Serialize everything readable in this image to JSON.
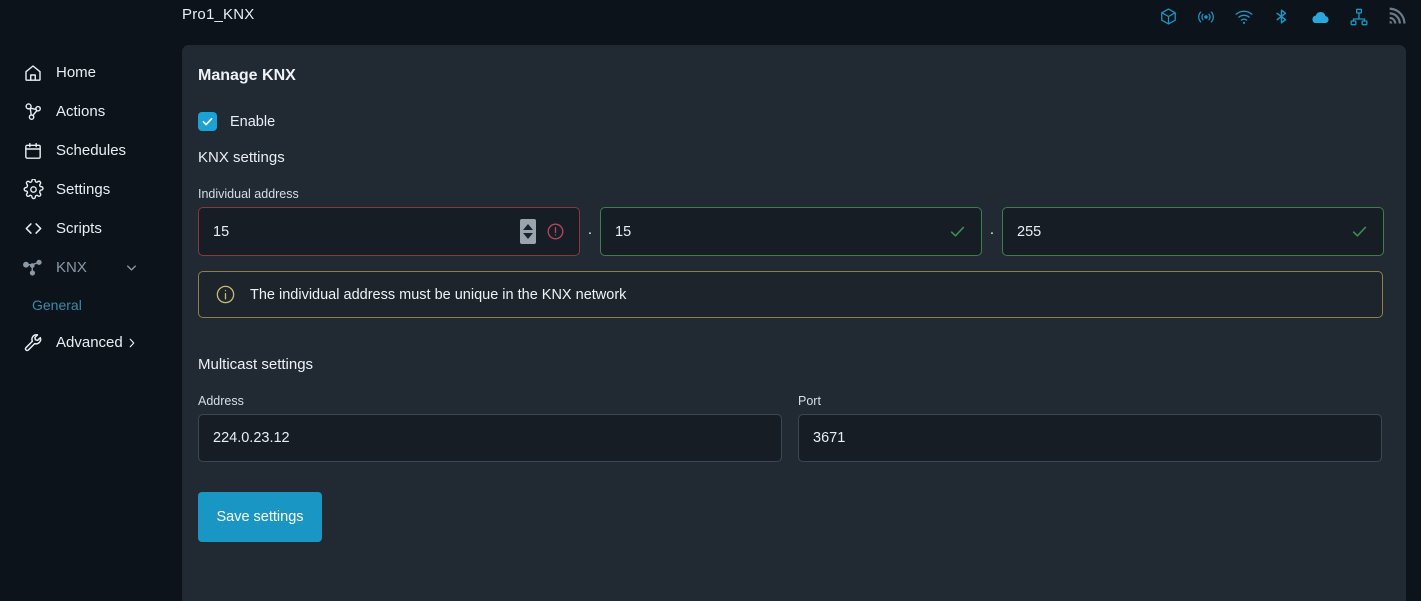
{
  "topbar": {
    "title": "Pro1_KNX",
    "status_icons": [
      {
        "name": "package-icon",
        "color": "#1a96c4"
      },
      {
        "name": "rf-signal-icon",
        "color": "#1a96c4"
      },
      {
        "name": "wifi-icon",
        "color": "#1a96c4"
      },
      {
        "name": "bluetooth-icon",
        "color": "#1a96c4"
      },
      {
        "name": "cloud-icon",
        "color": "#2aa8dd"
      },
      {
        "name": "network-tree-icon",
        "color": "#1a96c4"
      },
      {
        "name": "rss-signal-icon",
        "color": "#6d7b88"
      }
    ]
  },
  "sidebar": {
    "items": [
      {
        "label": "Home",
        "icon": "home-icon",
        "state": "normal"
      },
      {
        "label": "Actions",
        "icon": "actions-icon",
        "state": "normal"
      },
      {
        "label": "Schedules",
        "icon": "calendar-icon",
        "state": "normal"
      },
      {
        "label": "Settings",
        "icon": "gear-icon",
        "state": "normal"
      },
      {
        "label": "Scripts",
        "icon": "code-brackets-icon",
        "state": "normal"
      },
      {
        "label": "KNX",
        "icon": "knx-node-icon",
        "state": "dim",
        "expanded": true
      },
      {
        "label": "Advanced",
        "icon": "wrench-icon",
        "state": "normal",
        "expandable": true
      }
    ],
    "sub_items": [
      {
        "label": "General",
        "parent": "KNX",
        "active": true
      }
    ]
  },
  "panel": {
    "title": "Manage KNX",
    "enable": {
      "label": "Enable",
      "checked": true
    },
    "knx_settings": {
      "heading": "KNX settings",
      "individual_address": {
        "label": "Individual address",
        "separator": ".",
        "parts": [
          {
            "value": "15",
            "state": "error",
            "has_spinner": true,
            "status_icon": "error-circle-icon"
          },
          {
            "value": "15",
            "state": "valid",
            "has_spinner": false,
            "status_icon": "check-icon"
          },
          {
            "value": "255",
            "state": "valid",
            "has_spinner": false,
            "status_icon": "check-icon"
          }
        ]
      },
      "alert": {
        "icon": "info-circle-icon",
        "text": "The individual address must be unique in the KNX network",
        "border_color": "#8d7f45"
      }
    },
    "multicast_settings": {
      "heading": "Multicast settings",
      "address": {
        "label": "Address",
        "value": "224.0.23.12"
      },
      "port": {
        "label": "Port",
        "value": "3671"
      }
    },
    "save_button": {
      "label": "Save settings",
      "color": "#1a96c4"
    }
  },
  "colors": {
    "page_bg": "#0d131a",
    "panel_bg": "#212a33",
    "input_bg": "#161d25",
    "accent": "#1a96c4",
    "active_nav": "#3c89a8",
    "error_border": "#8e3540",
    "valid_border": "#3f7d4d"
  }
}
